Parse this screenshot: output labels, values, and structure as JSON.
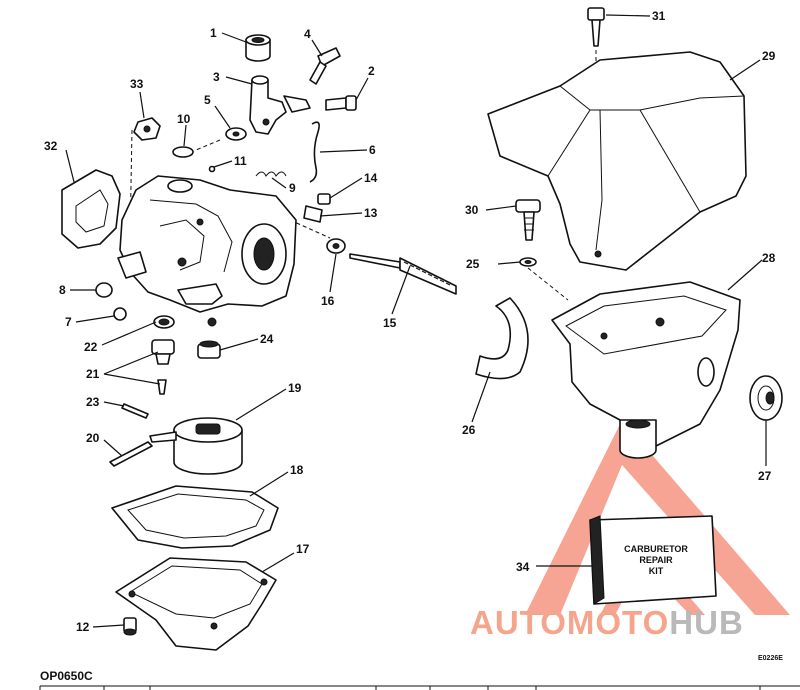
{
  "diagram": {
    "figure_code": "OP0650C",
    "serial": "E0226E",
    "callouts": [
      "1",
      "2",
      "3",
      "4",
      "5",
      "6",
      "7",
      "8",
      "9",
      "10",
      "11",
      "12",
      "13",
      "14",
      "15",
      "16",
      "17",
      "18",
      "19",
      "20",
      "21",
      "22",
      "23",
      "24",
      "25",
      "26",
      "27",
      "28",
      "29",
      "30",
      "31",
      "32",
      "33",
      "34"
    ],
    "kit_label": [
      "CARBURETOR",
      "REPAIR",
      "KIT"
    ],
    "watermark": {
      "part1": "AUTOMOTO",
      "part2": "HUB"
    },
    "colors": {
      "ink": "#111111",
      "watermark_red": "#f05a3c",
      "watermark_grey": "#b9b9b9"
    }
  }
}
